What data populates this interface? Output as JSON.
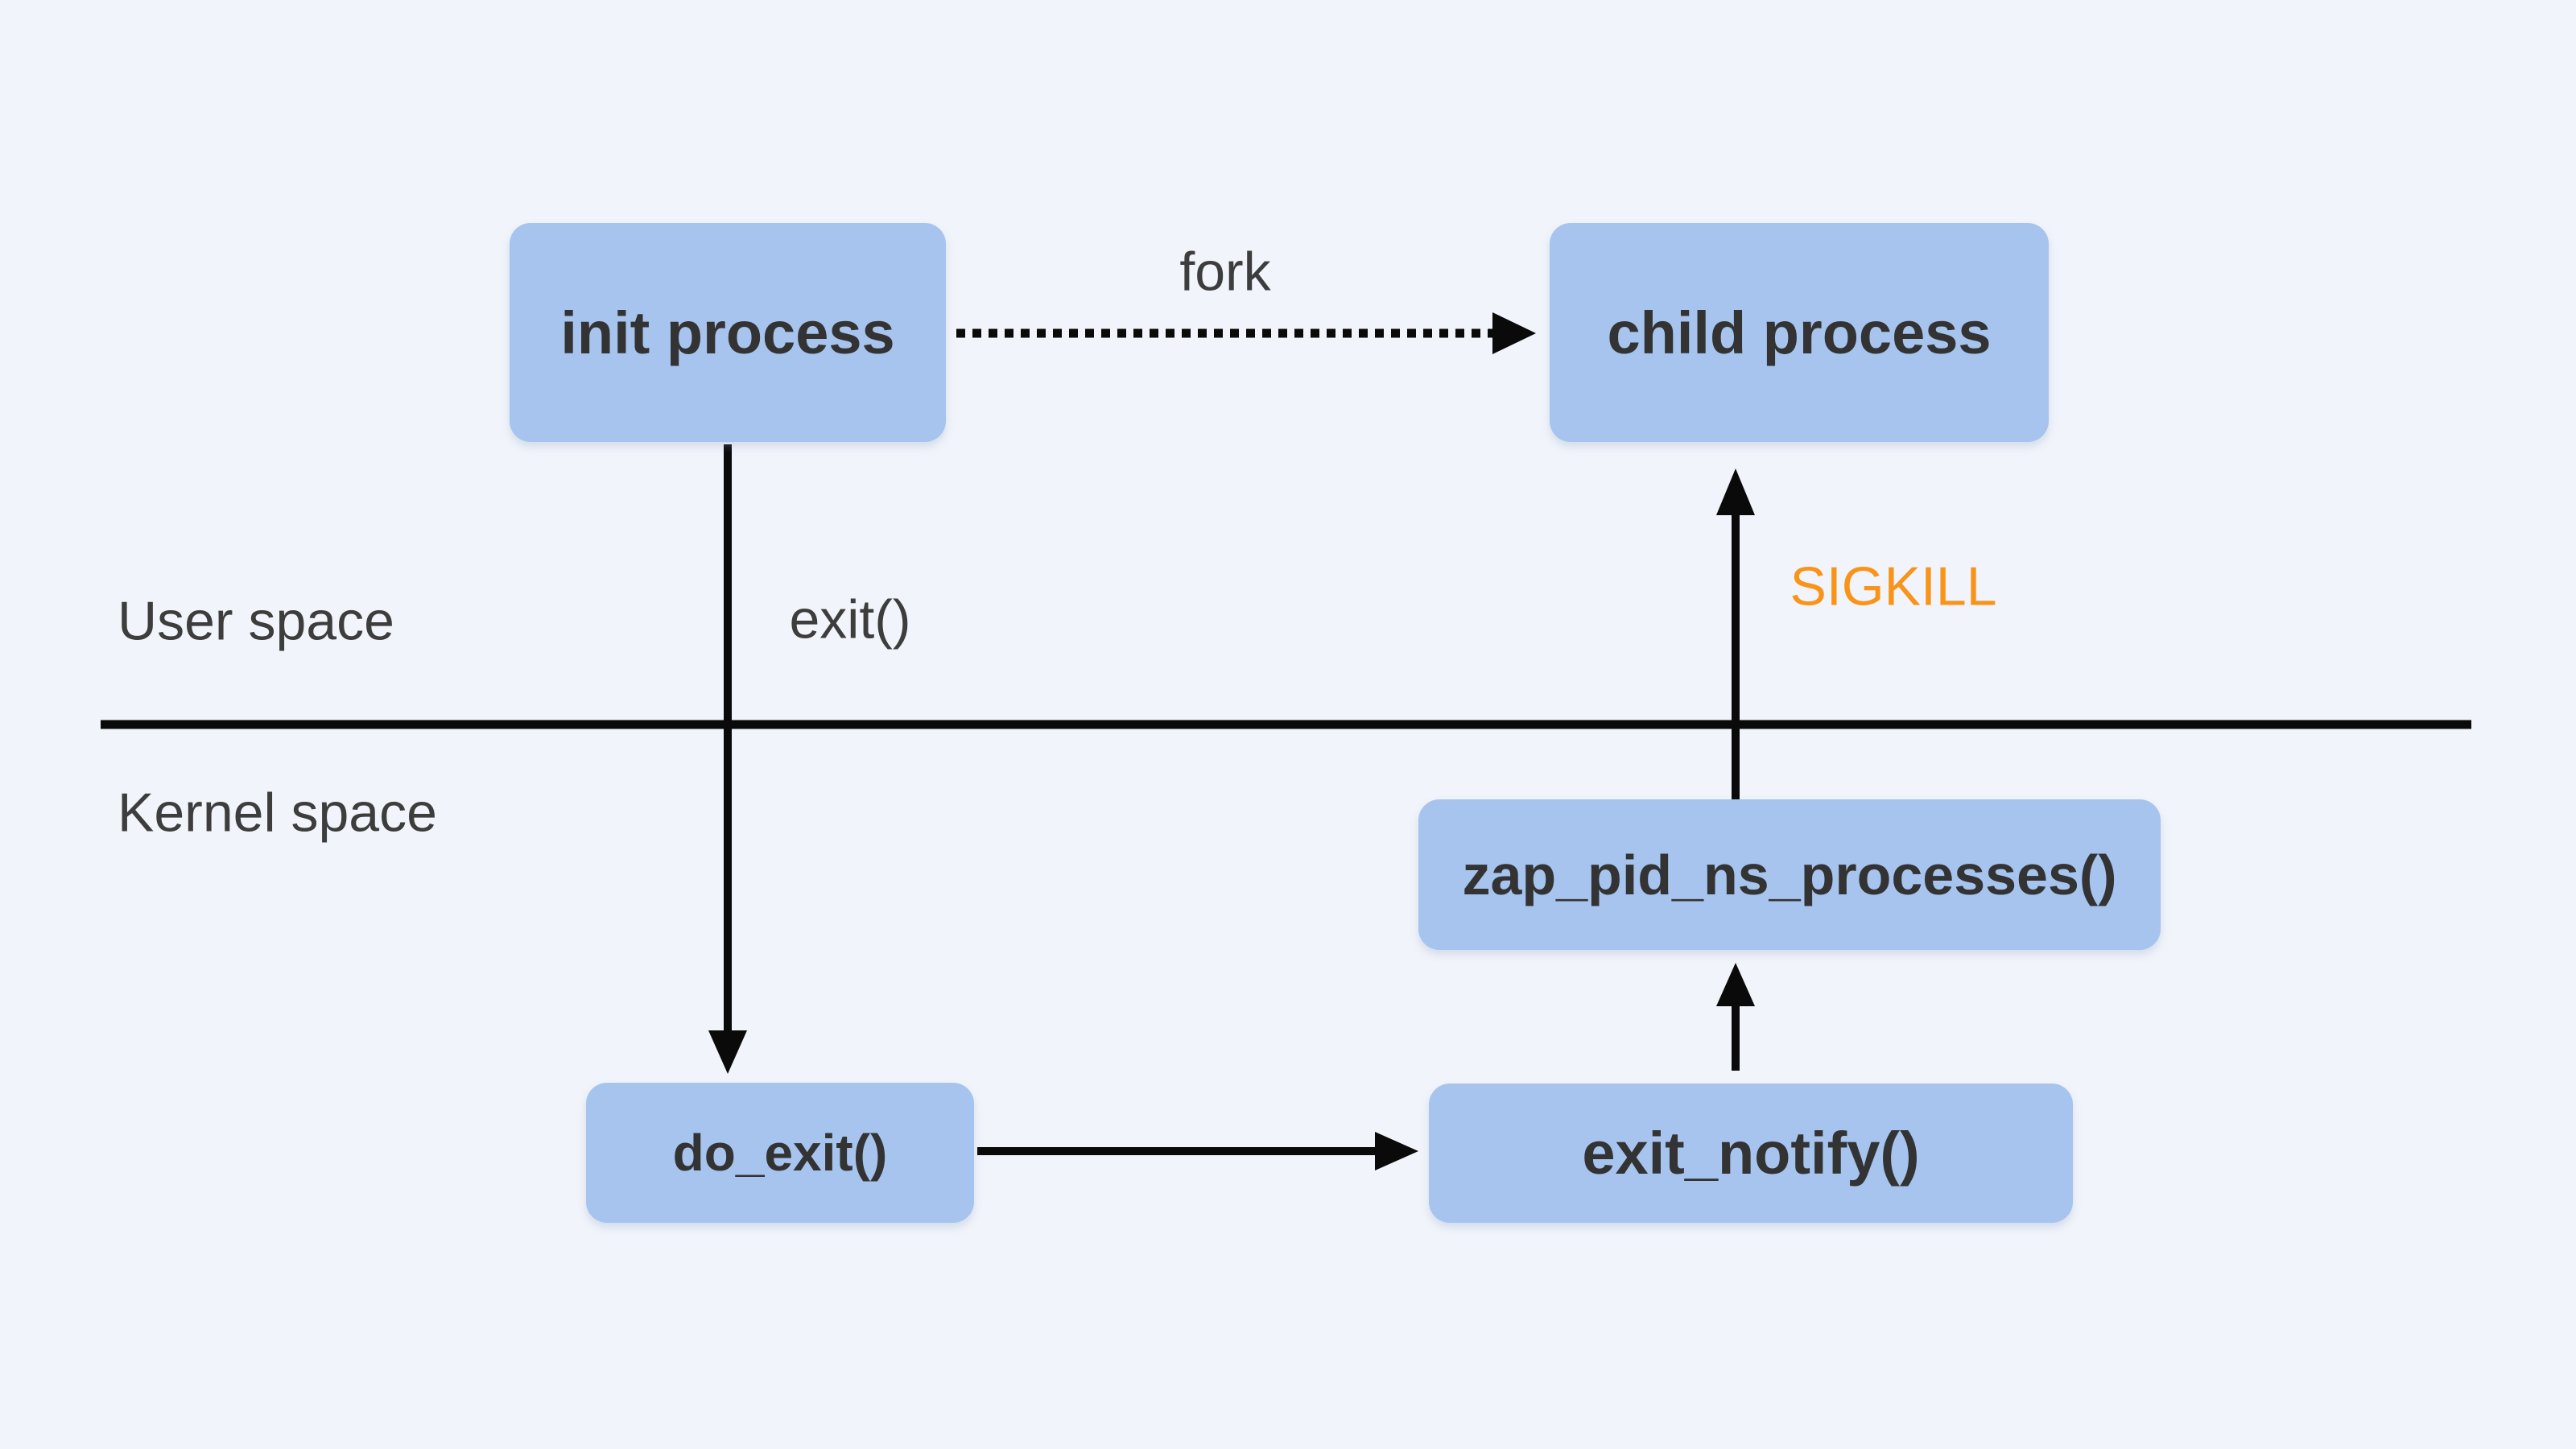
{
  "diagram": {
    "colors": {
      "background": "#F1F4FA",
      "node_fill": "#A6C4EE",
      "node_text": "#333333",
      "label_text": "#3D3D3D",
      "sigkill": "#F8941A",
      "line": "#0A0A0A"
    },
    "nodes": {
      "init": {
        "label": "init process"
      },
      "child": {
        "label": "child process"
      },
      "zap": {
        "label": "zap_pid_ns_processes()"
      },
      "do_exit": {
        "label": "do_exit()"
      },
      "exit_notify": {
        "label": "exit_notify()"
      }
    },
    "labels": {
      "fork": "fork",
      "exit_call": "exit()",
      "user_space": "User space",
      "kernel_space": "Kernel space",
      "sigkill": "SIGKILL"
    }
  }
}
